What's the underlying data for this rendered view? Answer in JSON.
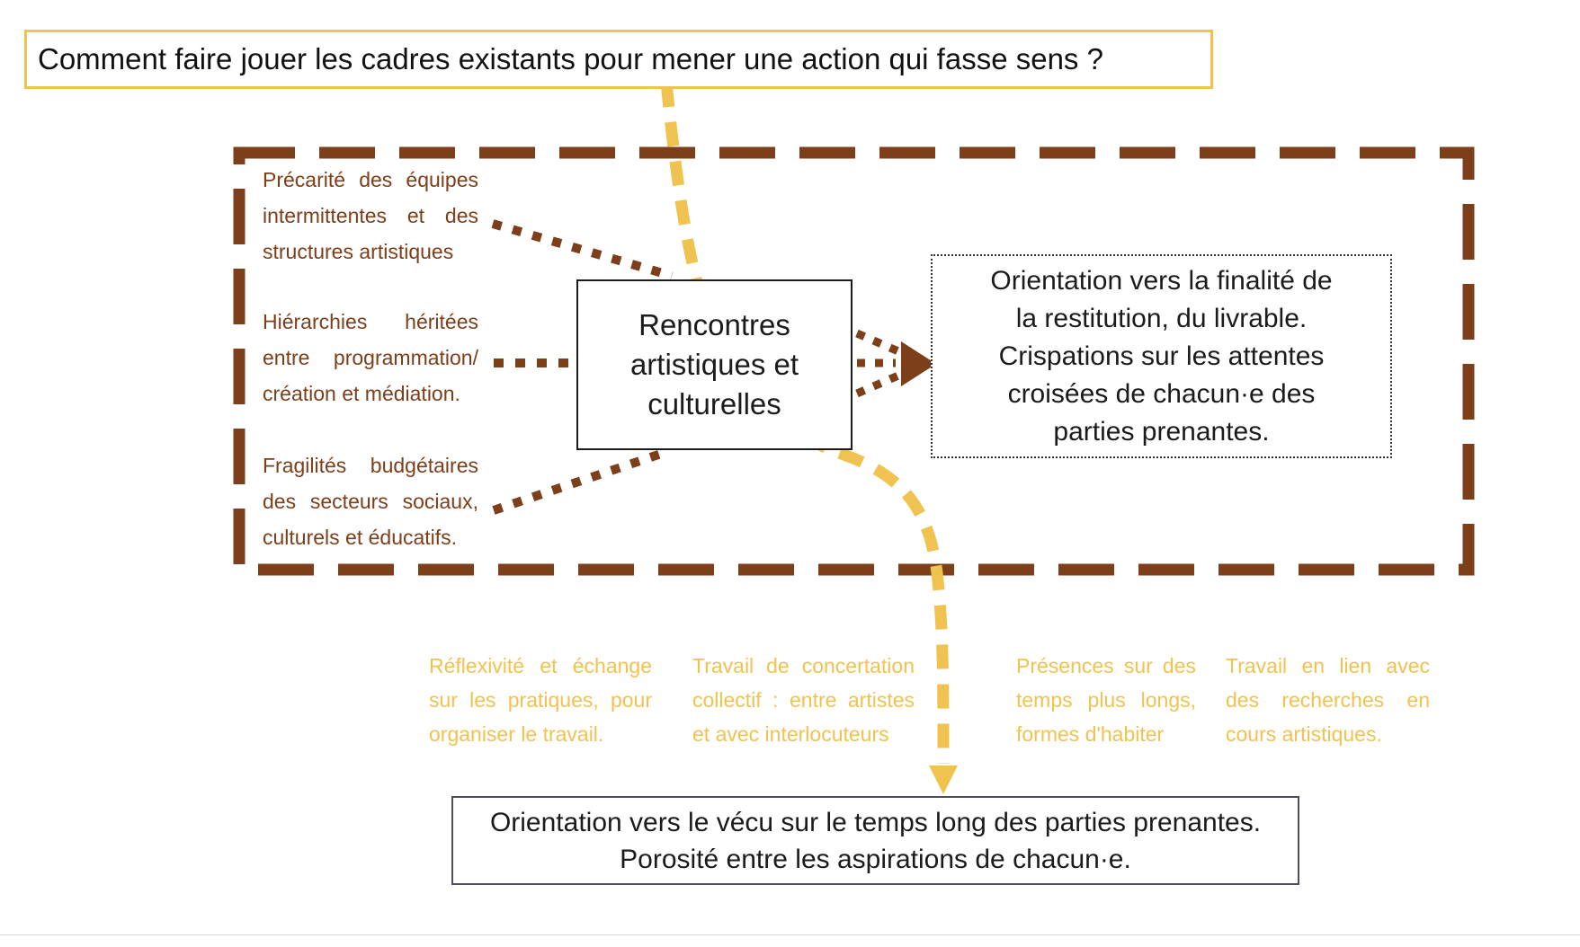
{
  "title": {
    "text": "Comment faire jouer les cadres existants pour mener une action qui fasse sens ?"
  },
  "center_node": {
    "lines": [
      "Rencontres",
      "artistiques et",
      "culturelles"
    ]
  },
  "right_outcome": {
    "lines": [
      "Orientation vers la finalité de",
      "la restitution, du livrable.",
      "Crispations sur les attentes",
      "croisées de chacun·e des",
      "parties prenantes."
    ]
  },
  "bottom_outcome": {
    "lines": [
      "Orientation vers le vécu sur le temps long des parties prenantes.",
      "Porosité entre les aspirations de chacun·e."
    ]
  },
  "left_factors": [
    {
      "lines": [
        "Précarité des équipes",
        "intermittentes et des",
        "structures artistiques"
      ]
    },
    {
      "lines": [
        "Hiérarchies héritées",
        "entre programmation/",
        "création et médiation."
      ]
    },
    {
      "lines": [
        "Fragilités budgétaires",
        "des secteurs sociaux,",
        "culturels et éducatifs."
      ]
    }
  ],
  "bottom_factors": [
    {
      "lines": [
        "Réflexivité et échange",
        "sur les pratiques, pour",
        "organiser le travail."
      ]
    },
    {
      "lines": [
        "Travail de concertation",
        "collectif : entre artistes",
        "et avec interlocuteurs"
      ]
    },
    {
      "lines": [
        "Présences sur des",
        "temps plus longs,",
        "formes d'habiter"
      ]
    },
    {
      "lines": [
        "Travail en lien avec",
        "des recherches en",
        "cours artistiques."
      ]
    }
  ],
  "colors": {
    "brown": "#7D3E1A",
    "gold": "#F0C250",
    "title_border": "#F0C250",
    "center_box_border": "#1b1b1b",
    "right_box_border": "#333333",
    "bottom_box_border": "#4d4d5c",
    "text": "#1b1b1b"
  }
}
